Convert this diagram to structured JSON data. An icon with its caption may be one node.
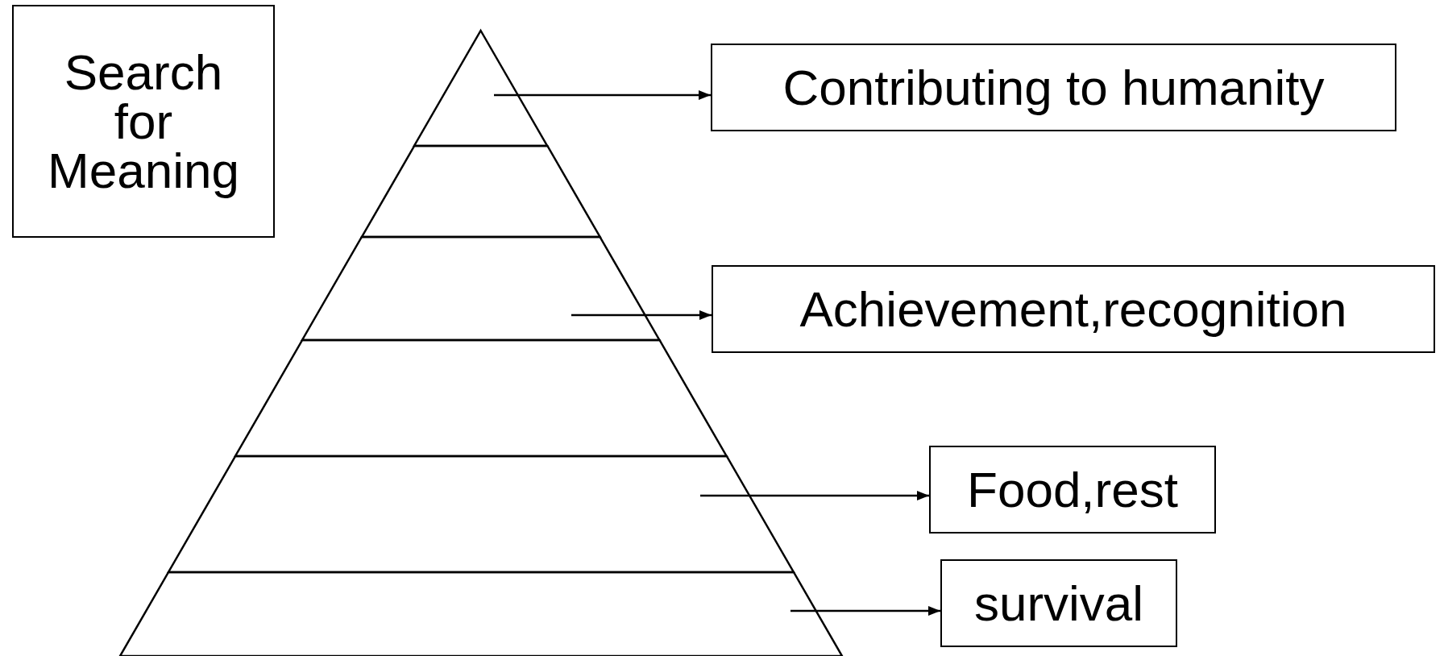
{
  "diagram": {
    "nodes": [
      {
        "text": [
          "Search for Meaning"
        ]
      },
      {
        "text": [],
        "shape": "triangle"
      },
      {
        "text": [],
        "shape": "band"
      },
      {
        "text": [],
        "shape": "band"
      },
      {
        "text": [],
        "shape": "band"
      },
      {
        "text": [],
        "shape": "band"
      },
      {
        "text": [],
        "shape": "band"
      },
      {
        "text": [
          "Contributing to humanity"
        ]
      },
      {
        "text": [
          "Achievement,recognition"
        ]
      },
      {
        "text": [
          "Food,rest"
        ]
      },
      {
        "text": [
          "survival"
        ]
      }
    ],
    "edges": [
      {
        "from": 1,
        "to": 7,
        "arrow": "to"
      },
      {
        "from": 3,
        "to": 8,
        "arrow": "to"
      },
      {
        "from": 5,
        "to": 9,
        "arrow": "to"
      },
      {
        "from": 6,
        "to": 10,
        "arrow": "to"
      }
    ]
  }
}
